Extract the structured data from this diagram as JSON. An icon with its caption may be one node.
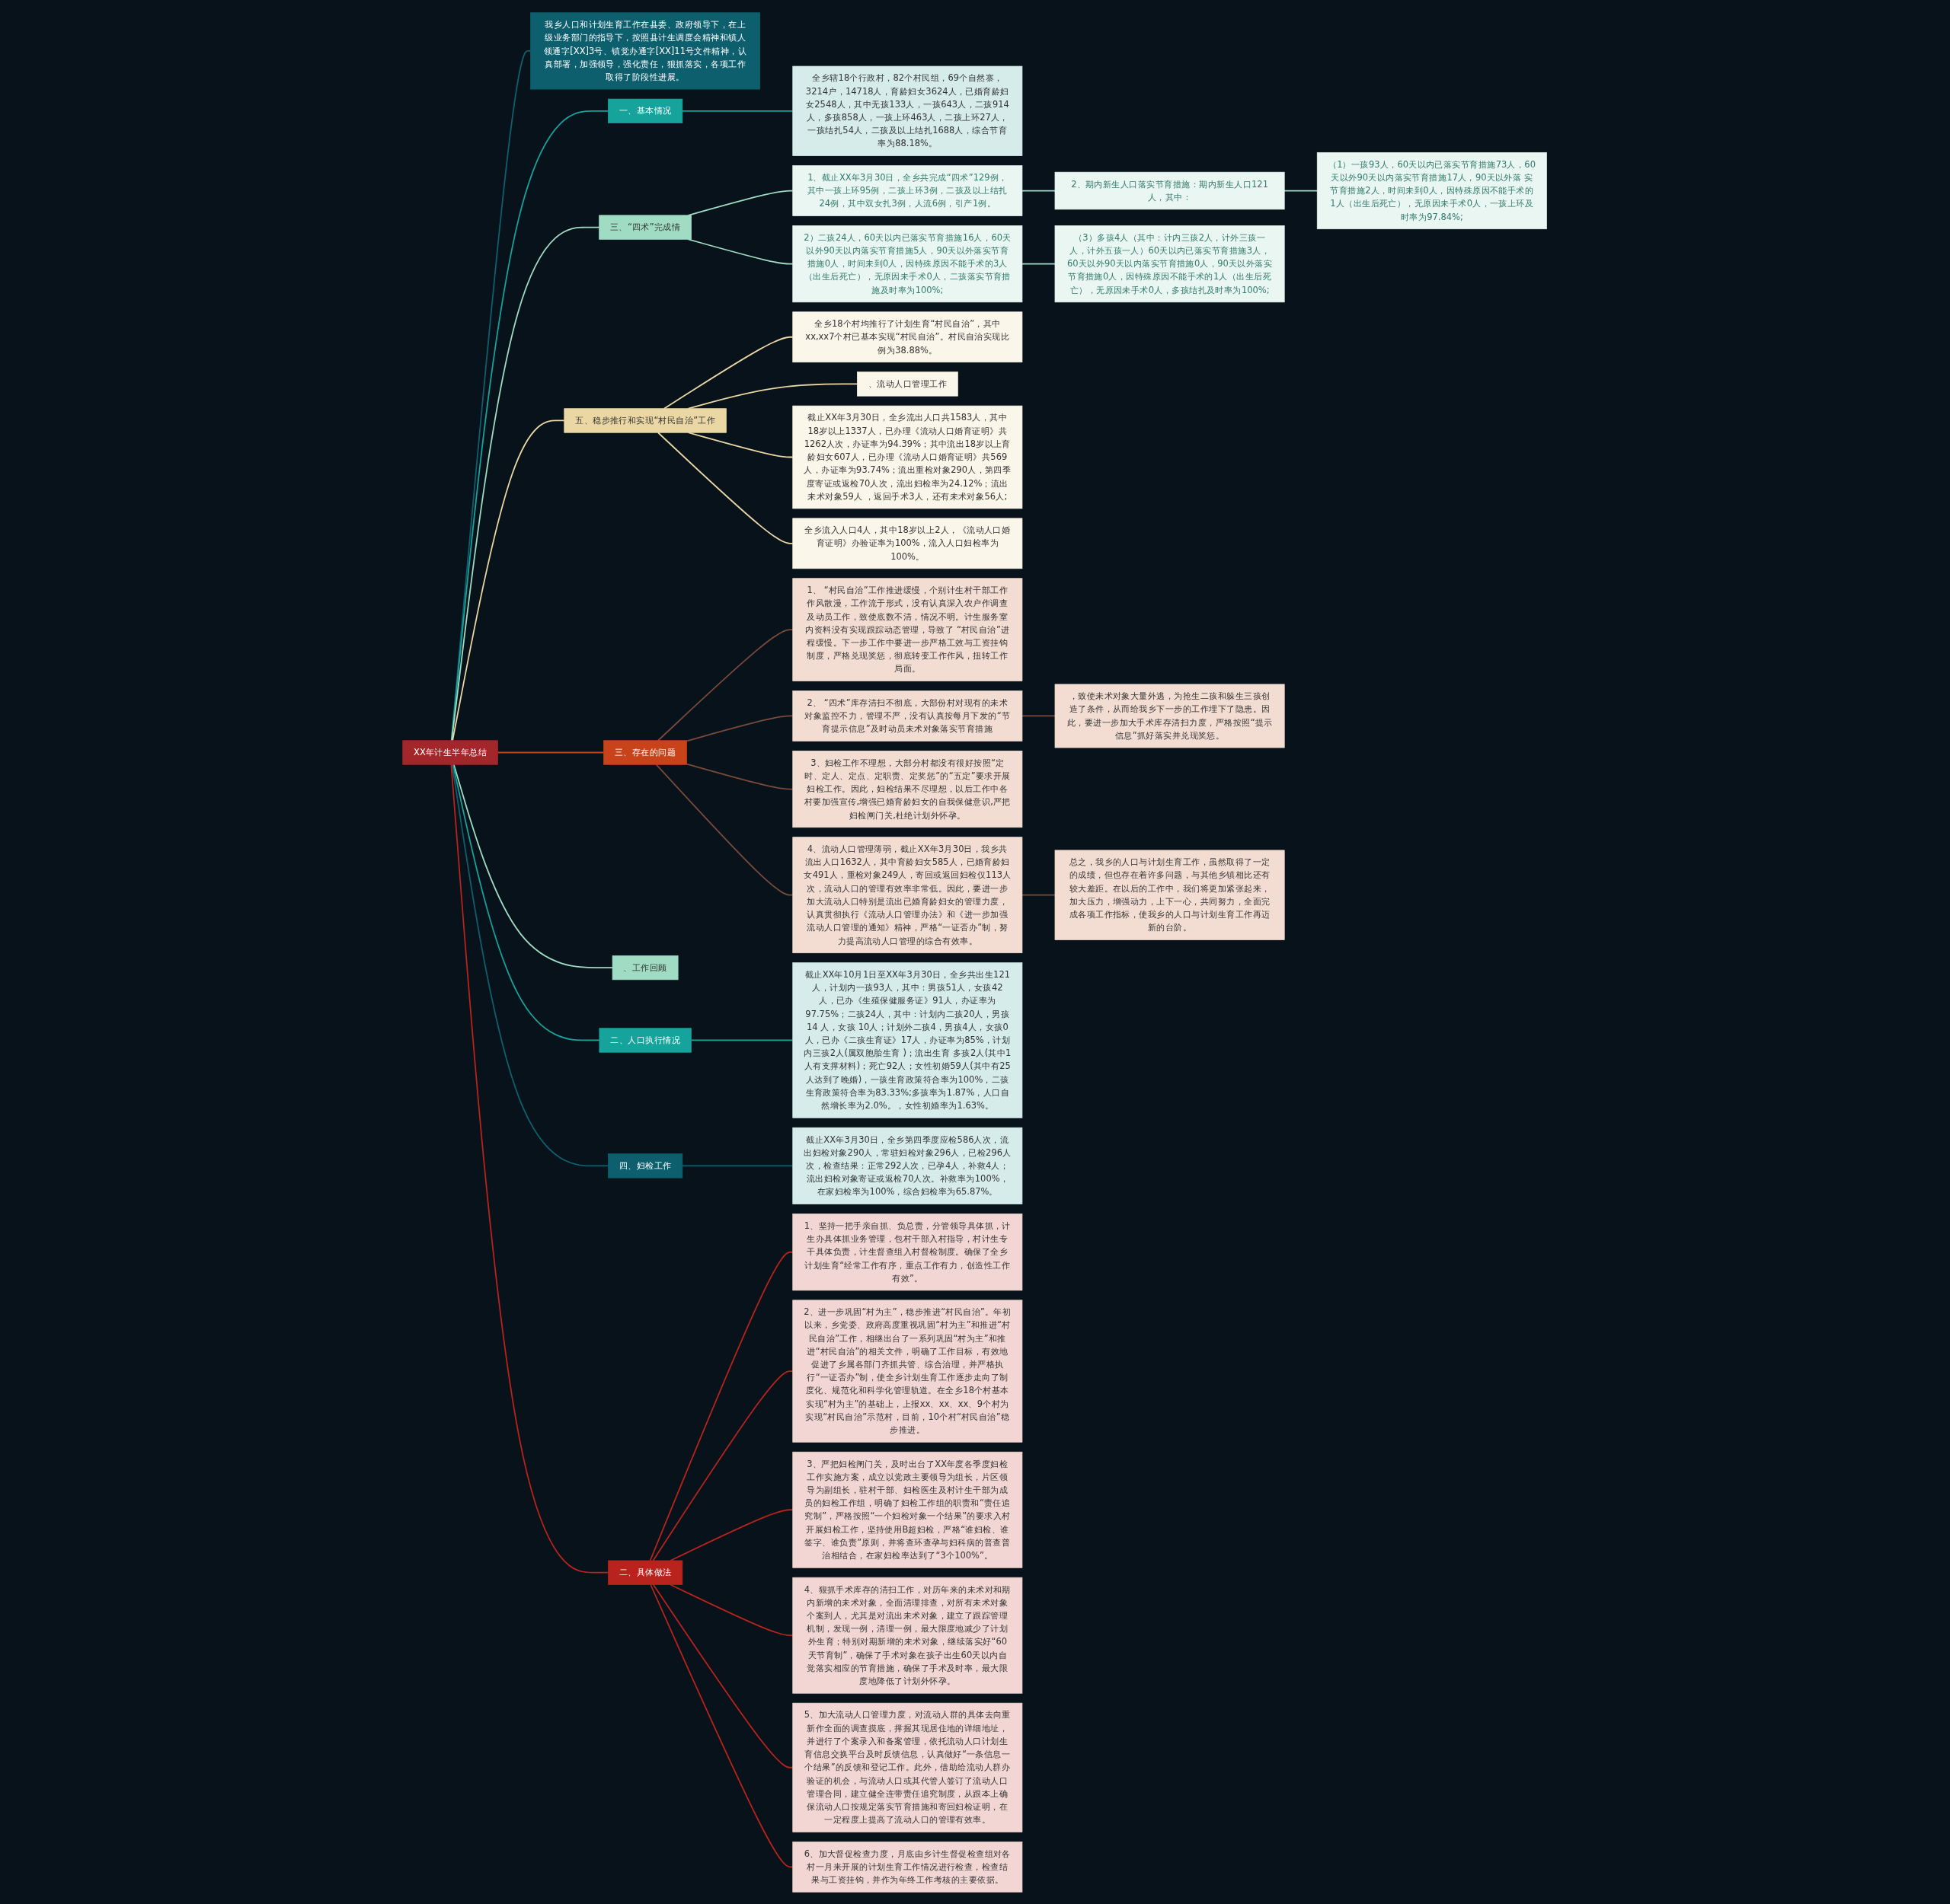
{
  "diagram": {
    "nodes": [
      {
        "text": [
          "XX年计生半年总结"
        ]
      },
      {
        "text": [
          "我乡人口和计划生育工作在县委、政府领导下，在上级业务部门的指导下，按照县计生调度会精神和镇人领通字[XX]3号、镇党办通字[XX]11号文件精神，认真部署，加强领导，强化责任，狠抓落实，各项工作取得了阶段性进展。"
        ]
      },
      {
        "text": [
          "一、基本情况"
        ]
      },
      {
        "text": [
          "全乡辖18个行政村，82个村民组，69个自然寨，3214户，14718人，育龄妇女3624人，已婚育龄妇女2548人，其中无孩133人，一孩643人，二孩914人，多孩858人，一孩上环463人，二孩上环27人，一孩结扎54人，二孩及以上结扎1688人，综合节育率为88.18%。"
        ]
      },
      {
        "text": [
          "三、“四术”完成情"
        ]
      },
      {
        "text": [
          "1、截止XX年3月30日，全乡共完成“四术”129例，其中一孩上环95例，二孩上环3例，二孩及以上结扎24例，其中双女扎3例，人流6例，引产1例。"
        ]
      },
      {
        "text": [
          "2、期内新生人口落实节育措施：期内新生人口121人，其中："
        ]
      },
      {
        "text": [
          "（1）一孩93人，60天以内已落实节育措施73人，60天以外90天以内落实节育措施17人，90天以外落 实节育措施2人，时间未到0人，因特殊原因不能手术的1人（出生后死亡），无原因未手术0人，一孩上环及时率为97.84%;"
        ]
      },
      {
        "text": [
          "2）二孩24人，60天以内已落实节育措施16人，60天以外90天以内落实节育措施5人，90天以外落实节育措施0人，时间未到0人，因特殊原因不能手术的3人（出生后死亡），无原因未手术0人，二孩落实节育措施及时率为100%;"
        ]
      },
      {
        "text": [
          "（3）多孩4人（其中：计内三孩2人，计外三孩一人，计外五孩一人）60天以内已落实节育措施3人，60天以外90天以内落实节育措施0人，90天以外落实节育措施0人，因特殊原因不能手术的1人（出生后死亡），无原因未手术0人，多孩结扎及时率为100%;"
        ]
      },
      {
        "text": [
          "五、稳步推行和实现“村民自治”工作"
        ]
      },
      {
        "text": [
          "全乡18个村均推行了计划生育“村民自治”，其中xx,xx7个村已基本实现“村民自治”。村民自治实现比例为38.88%。"
        ]
      },
      {
        "text": [
          "、流动人口管理工作"
        ]
      },
      {
        "text": [
          "截止XX年3月30日，全乡流出人口共1583人，其中18岁以上1337人，已办理《流动人口婚育证明》共1262人次，办证率为94.39%；其中流出18岁以上育龄妇女607人，已办理《流动人口婚育证明》共569人，办证率为93.74%；流出重检对象290人，第四季度寄证或返检70人次，流出妇检率为24.12%；流出未术对象59人 ，返回手术3人，还有未术对象56人;"
        ]
      },
      {
        "text": [
          "全乡流入人口4人，其中18岁以上2人，《流动人口婚育证明》办验证率为100%，流入人口妇检率为100%。"
        ]
      },
      {
        "text": [
          "三、存在的问题"
        ]
      },
      {
        "text": [
          "1、 “村民自治”工作推进缓慢，个别计生村干部工作作风散漫，工作流于形式，没有认真深入农户作调查及动员工作，致使底数不清，情况不明。计生服务室内资料没有实现跟踪动态管理，导致了 “村民自治”进程缓慢。下一步工作中要进一步严格工效与工资挂钩制度，严格兑现奖惩，彻底转变工作作风，扭转工作局面。"
        ]
      },
      {
        "text": [
          "2、 “四术”库存清扫不彻底，大部份村对现有的未术对象监控不力，管理不严，没有认真按每月下发的“节育提示信息”及时动员未术对象落实节育措施"
        ]
      },
      {
        "text": [
          "，致使未术对象大量外逃，为抢生二孩和躲生三孩创造了条件，从而给我乡下一步的工作埋下了隐患。因此，要进一步加大手术库存清扫力度，严格按照“提示信息”抓好落实并兑现奖惩。"
        ]
      },
      {
        "text": [
          "3、妇检工作不理想，大部分村都没有很好按照“定时、定人、定点、定职责、定奖惩”的“五定”要求开展妇检工作。因此，妇检结果不尽理想，以后工作中各村要加强宣传,增强已婚育龄妇女的自我保健意识,严把妇检闸门关,杜绝计划外怀孕。"
        ]
      },
      {
        "text": [
          "4、流动人口管理薄弱，截止XX年3月30日，我乡共流出人口1632人，其中育龄妇女585人，已婚育龄妇女491人，重检对象249人，寄回或返回妇检仅113人次，流动人口的管理有效率非常低。因此，要进一步加大流动人口特别是流出已婚育龄妇女的管理力度，认真贯彻执行《流动人口管理办法》和《进一步加强流动人口管理的通知》精神，严格“一证否办”制，努力提高流动人口管理的综合有效率。"
        ]
      },
      {
        "text": [
          "总之，我乡的人口与计划生育工作，虽然取得了一定的成绩，但也存在着许多问题，与其他乡镇相比还有较大差距。在以后的工作中，我们将更加紧张起来，加大压力，增强动力，上下一心，共同努力，全面完成各项工作指标，使我乡的人口与计划生育工作再迈新的台阶。"
        ]
      },
      {
        "text": [
          "、工作回顾"
        ]
      },
      {
        "text": [
          "二、人口执行情况"
        ]
      },
      {
        "text": [
          "截止XX年10月1日至XX年3月30日，全乡共出生121人，计划内一孩93人，其中：男孩51人，女孩42人，已办《生殖保健服务证》91人，办证率为97.75%；二孩24人，其中：计划内二孩20人，男孩14 人，女孩 10人；计划外二孩4，男孩4人，女孩0人，已办《二孩生育证》17人，办证率为85%，计划内三孩2人(属双胞胎生育 )；流出生育 多孩2人(其中1人有支撑材料)；死亡92人；女性初婚59人(其中有25人达到了晚婚)，一孩生育政策符合率为100%，二孩生育政策符合率为83.33%;多孩率为1.87%，人口自然增长率为2.0%。，女性初婚率为1.63%。"
        ]
      },
      {
        "text": [
          "四、妇检工作"
        ]
      },
      {
        "text": [
          "截止XX年3月30日，全乡第四季度应检586人次，流出妇检对象290人，常驻妇检对象296人，已检296人次，检查结果：正常292人次，已孕4人，补救4人；流出妇检对象寄证或返检70人次。补救率为100%，在家妇检率为100%，综合妇检率为65.87%。"
        ]
      },
      {
        "text": [
          "二、具体做法"
        ]
      },
      {
        "text": [
          "1、坚持一把手亲自抓、负总责，分管领导具体抓，计生办具体抓业务管理，包村干部入村指导，村计生专干具体负责，计生督查组入村督检制度。确保了全乡计划生育“经常工作有序，重点工作有力，创造性工作有效”。"
        ]
      },
      {
        "text": [
          "2、进一步巩固“村为主”，稳步推进“村民自治”。年初以来，乡党委、政府高度重视巩固“村为主”和推进“村民自治”工作，相继出台了一系列巩固“村为主”和推进“村民自治”的相关文件，明确了工作目标，有效地促进了乡属各部门齐抓共管、综合治理，并严格执行“一证否办”制，使全乡计划生育工作逐步走向了制度化、规范化和科学化管理轨道。在全乡18个村基本实现“村为主”的基础上，上报xx、xx、xx、9个村为实现“村民自治”示范村，目前，10个村“村民自治”稳步推进。"
        ]
      },
      {
        "text": [
          "3、严把妇检闸门关，及时出台了XX年度各季度妇检工作实施方案，成立以党政主要领导为组长，片区领导为副组长，驻村干部、妇检医生及村计生干部为成员的妇检工作组，明确了妇检工作组的职责和“责任追究制”，严格按照“一个妇检对象一个结果”的要求入村开展妇检工作，坚持使用B超妇检，严格“谁妇检、谁签字、谁负责”原则，并将查环查孕与妇科病的普查普治相结合，在家妇检率达到了“3个100%”。"
        ]
      },
      {
        "text": [
          "4、狠抓手术库存的清扫工作，对历年来的未术对和期内新增的未术对象，全面清理排查，对所有未术对象个案到人，尤其是对流出未术对象，建立了跟踪管理机制，发现一例，清理一例，最大限度地减少了计划外生育；特别对期新增的未术对象，继续落实好“60天节育制”，确保了手术对象在孩子出生60天以内自觉落实相应的节育措施，确保了手术及时率，最大限度地降低了计划外怀孕。"
        ]
      },
      {
        "text": [
          "5、加大流动人口管理力度，对流动人群的具体去向重新作全面的调查摸底，撑握其现居住地的详细地址，并进行了个案录入和备案管理，依托流动人口计划生育信息交换平台及时反馈信息，认真做好“一条信息一个结果”的反馈和登记工作。此外，借助给流动人群办验证的机会，与流动人口或其代管人签订了流动人口管理合同，建立健全连带责任追究制度，从跟本上确保流动人口按规定落实节育措施和寄回妇检证明，在一定程度上提高了流动人口的管理有效率。"
        ]
      },
      {
        "text": [
          "6、加大督促检查力度，月底由乡计生督促检查组对各村一月来开展的计划生育工作情况进行检查，检查结果与工资挂钩，并作为年终工作考核的主要依据。"
        ]
      }
    ],
    "edges": [
      {
        "from": 0,
        "to": 1,
        "arrow": "none",
        "color": "#0e5f6e"
      },
      {
        "from": 0,
        "to": 2,
        "arrow": "none",
        "color": "#16a39b"
      },
      {
        "from": 2,
        "to": 3,
        "arrow": "none",
        "color": "#16a39b"
      },
      {
        "from": 0,
        "to": 4,
        "arrow": "none",
        "color": "#a0dcc4"
      },
      {
        "from": 4,
        "to": 5,
        "arrow": "none",
        "color": "#a0dcc4"
      },
      {
        "from": 5,
        "to": 6,
        "arrow": "none",
        "color": "#a0dcc4"
      },
      {
        "from": 6,
        "to": 7,
        "arrow": "none",
        "color": "#a0dcc4"
      },
      {
        "from": 4,
        "to": 8,
        "arrow": "none",
        "color": "#a0dcc4"
      },
      {
        "from": 8,
        "to": 9,
        "arrow": "none",
        "color": "#a0dcc4"
      },
      {
        "from": 0,
        "to": 10,
        "arrow": "none",
        "color": "#ead7a4"
      },
      {
        "from": 10,
        "to": 11,
        "arrow": "none",
        "color": "#ead7a4"
      },
      {
        "from": 10,
        "to": 12,
        "arrow": "none",
        "color": "#ead7a4"
      },
      {
        "from": 10,
        "to": 13,
        "arrow": "none",
        "color": "#ead7a4"
      },
      {
        "from": 10,
        "to": 14,
        "arrow": "none",
        "color": "#ead7a4"
      },
      {
        "from": 0,
        "to": 15,
        "arrow": "none",
        "color": "#c8431a"
      },
      {
        "from": 15,
        "to": 16,
        "arrow": "none",
        "color": "#7a4a3a"
      },
      {
        "from": 15,
        "to": 17,
        "arrow": "none",
        "color": "#7a4a3a"
      },
      {
        "from": 17,
        "to": 18,
        "arrow": "none",
        "color": "#7a4a3a"
      },
      {
        "from": 15,
        "to": 19,
        "arrow": "none",
        "color": "#7a4a3a"
      },
      {
        "from": 15,
        "to": 20,
        "arrow": "none",
        "color": "#7a4a3a"
      },
      {
        "from": 20,
        "to": 21,
        "arrow": "none",
        "color": "#7a4a3a"
      },
      {
        "from": 0,
        "to": 22,
        "arrow": "none",
        "color": "#a0dcc4"
      },
      {
        "from": 0,
        "to": 23,
        "arrow": "none",
        "color": "#16a39b"
      },
      {
        "from": 23,
        "to": 24,
        "arrow": "none",
        "color": "#16a39b"
      },
      {
        "from": 0,
        "to": 25,
        "arrow": "none",
        "color": "#0e5f6e"
      },
      {
        "from": 25,
        "to": 26,
        "arrow": "none",
        "color": "#0e5f6e"
      },
      {
        "from": 0,
        "to": 27,
        "arrow": "none",
        "color": "#b8231d"
      },
      {
        "from": 27,
        "to": 28,
        "arrow": "none",
        "color": "#b8231d"
      },
      {
        "from": 27,
        "to": 29,
        "arrow": "none",
        "color": "#b8231d"
      },
      {
        "from": 27,
        "to": 30,
        "arrow": "none",
        "color": "#b8231d"
      },
      {
        "from": 27,
        "to": 31,
        "arrow": "none",
        "color": "#b8231d"
      },
      {
        "from": 27,
        "to": 32,
        "arrow": "none",
        "color": "#b8231d"
      },
      {
        "from": 27,
        "to": 33,
        "arrow": "none",
        "color": "#b8231d"
      }
    ]
  }
}
